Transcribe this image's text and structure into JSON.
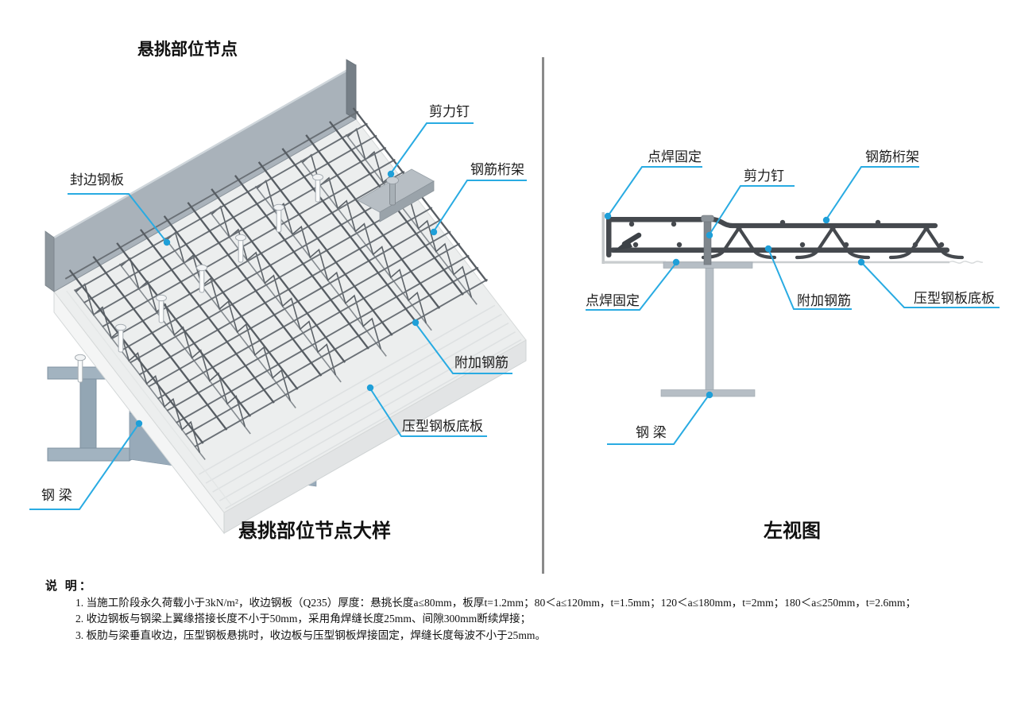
{
  "title": "悬挑部位节点",
  "left_view": {
    "caption": "悬挑部位节点大样",
    "labels": {
      "edge_plate": "封边钢板",
      "shear_stud": "剪力钉",
      "rebar_truss": "钢筋桁架",
      "additional_rebar": "附加钢筋",
      "deck_base": "压型钢板底板",
      "steel_beam": "钢 梁"
    }
  },
  "right_view": {
    "caption": "左视图",
    "labels": {
      "spot_weld_top": "点焊固定",
      "shear_stud": "剪力钉",
      "rebar_truss": "钢筋桁架",
      "additional_rebar": "附加钢筋",
      "deck_base": "压型钢板底板",
      "spot_weld_bottom": "点焊固定",
      "steel_beam": "钢 梁"
    }
  },
  "notes": {
    "heading": "说 明：",
    "items": [
      "1. 当施工阶段永久荷载小于3kN/m²，收边钢板（Q235）厚度：悬挑长度a≤80mm，板厚t=1.2mm；80＜a≤120mm，t=1.5mm；120＜a≤180mm，t=2mm；180＜a≤250mm，t=2.6mm；",
      "2. 收边钢板与钢梁上翼缘搭接长度不小于50mm，采用角焊缝长度25mm、间隙300mm断续焊接；",
      "3. 板肋与梁垂直收边，压型钢板悬挑时，收边板与压型钢板焊接固定，焊缝长度每波不小于25mm。"
    ]
  },
  "colors": {
    "leader": "#29ABE2",
    "steel_dark": "#45494E",
    "steel_light": "#A2B3C0",
    "deck": "#ECEEEE",
    "divider": "#8A8A8A"
  }
}
